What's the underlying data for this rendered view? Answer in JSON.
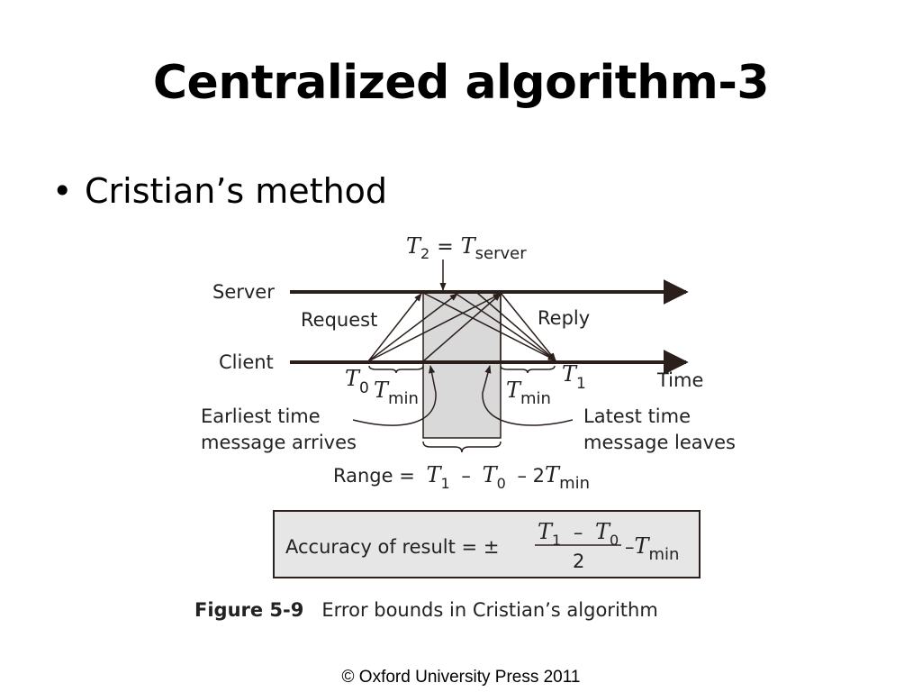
{
  "slide": {
    "title": "Centralized algorithm-3",
    "bullet": "•",
    "bullet_text": "Cristian’s method",
    "copyright": "© Oxford University Press 2011"
  },
  "figure": {
    "top_label": {
      "T": "T",
      "sub": "2",
      "eq": "=",
      "T2": "T",
      "sub2": "server"
    },
    "server_label": "Server",
    "client_label": "Client",
    "request_label": "Request",
    "reply_label": "Reply",
    "time_label": "Time",
    "t0": {
      "T": "T",
      "sub": "0"
    },
    "t1": {
      "T": "T",
      "sub": "1"
    },
    "tmin_left": {
      "T": "T",
      "sub": "min"
    },
    "tmin_right": {
      "T": "T",
      "sub": "min"
    },
    "earliest_line1": "Earliest time",
    "earliest_line2": "message arrives",
    "latest_line1": "Latest time",
    "latest_line2": "message leaves",
    "range": {
      "prefix": "Range =",
      "T1": "T",
      "sub1": "1",
      "minus1": "–",
      "T0": "T",
      "sub0": "0",
      "minus2": "– 2",
      "Tmin": "T",
      "submin": "min"
    },
    "accuracy": {
      "prefix": "Accuracy of result = ±",
      "num_T1": "T",
      "num_sub1": "1",
      "num_minus": "–",
      "num_T0": "T",
      "num_sub0": "0",
      "denominator": "2",
      "suffix_minus": "–",
      "Tmin": "T",
      "submin": "min"
    },
    "caption_bold": "Figure 5-9",
    "caption_text": "Error bounds in Cristian’s algorithm"
  },
  "colors": {
    "line": "#2a1f1a",
    "shade": "#d9d9d9",
    "box_fill": "#e6e6e6"
  }
}
